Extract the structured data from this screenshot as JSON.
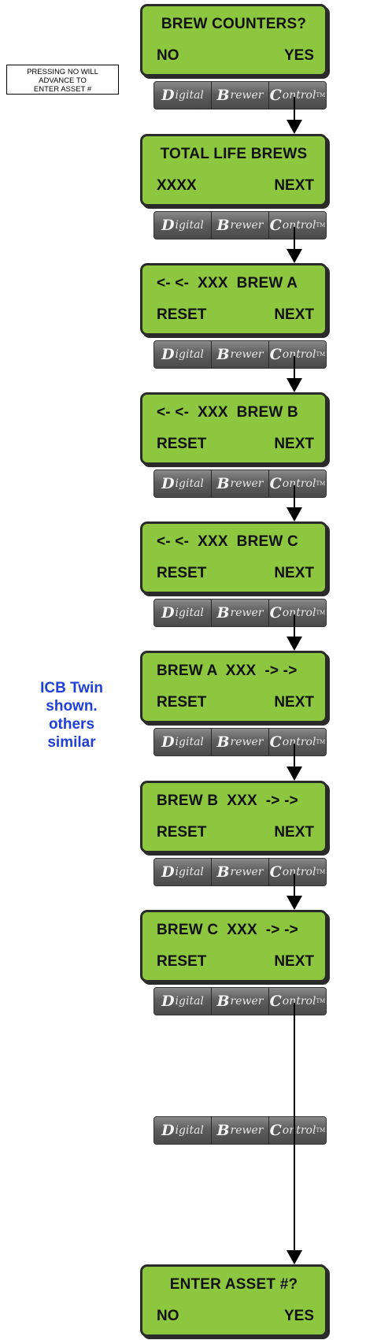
{
  "screens": [
    {
      "line1": "BREW COUNTERS?",
      "left": "NO",
      "right": "YES",
      "align": "center"
    },
    {
      "line1": "TOTAL LIFE BREWS",
      "left": "XXXX",
      "right": "NEXT",
      "align": "center"
    },
    {
      "line1": "<- <-  XXX  BREW A",
      "left": "RESET",
      "right": "NEXT",
      "align": "left"
    },
    {
      "line1": "<- <-  XXX  BREW B",
      "left": "RESET",
      "right": "NEXT",
      "align": "left"
    },
    {
      "line1": "<- <-  XXX  BREW C",
      "left": "RESET",
      "right": "NEXT",
      "align": "left"
    },
    {
      "line1": "BREW A  XXX  -> ->",
      "left": "RESET",
      "right": "NEXT",
      "align": "left"
    },
    {
      "line1": "BREW B  XXX  -> ->",
      "left": "RESET",
      "right": "NEXT",
      "align": "left"
    },
    {
      "line1": "BREW C  XXX  -> ->",
      "left": "RESET",
      "right": "NEXT",
      "align": "left"
    },
    {
      "line1": "ENTER ASSET #?",
      "left": "NO",
      "right": "YES",
      "align": "center"
    }
  ],
  "panel": {
    "digital_cap": "D",
    "digital_rest": "igital",
    "brewer_cap": "B",
    "brewer_rest": "rewer",
    "control_cap": "C",
    "control_rest": "ontrol",
    "control_tm": "TM"
  },
  "note": {
    "lines": [
      "PRESSING NO WILL",
      "ADVANCE TO",
      "ENTER ASSET #"
    ]
  },
  "side_label": {
    "lines": [
      "ICB Twin",
      "shown.",
      "others",
      "similar"
    ]
  },
  "colors": {
    "screen": "#8dc63f",
    "side_label": "#1f3fd6",
    "panel": "#5e5e5e"
  }
}
